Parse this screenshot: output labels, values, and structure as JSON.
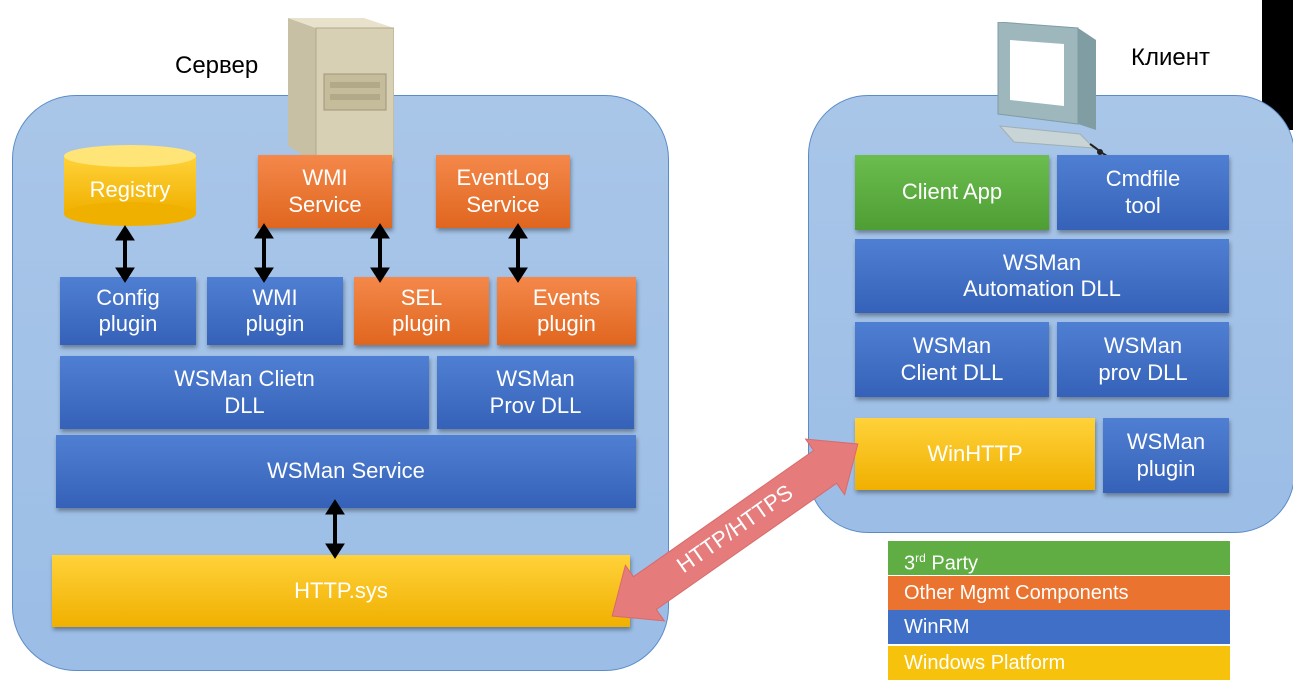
{
  "server": {
    "title": "Сервер",
    "registry": "Registry",
    "wmi_service": "WMI\nService",
    "eventlog_service": "EventLog\nService",
    "config_plugin": "Config\nplugin",
    "wmi_plugin": "WMI\nplugin",
    "sel_plugin": "SEL\nplugin",
    "events_plugin": "Events\nplugin",
    "wsman_client_dll": "WSMan Clietn\nDLL",
    "wsman_prov_dll": "WSMan\nProv DLL",
    "wsman_service": "WSMan Service",
    "http_sys": "HTTP.sys"
  },
  "client": {
    "title": "Клиент",
    "client_app": "Client App",
    "cmdfile_tool": "Cmdfile\ntool",
    "automation_dll": "WSMan\nAutomation DLL",
    "client_dll": "WSMan\nClient DLL",
    "prov_dll": "WSMan\nprov DLL",
    "winhttp": "WinHTTP",
    "wsman_plugin": "WSMan\nplugin"
  },
  "connection": {
    "label": "HTTP/HTTPS"
  },
  "legend": {
    "third_party_base": "3",
    "third_party_sup": "rd",
    "third_party_rest": " Party",
    "other_mgmt": "Other Mgmt Components",
    "winrm": "WinRM",
    "windows_platform": "Windows Platform"
  },
  "colors": {
    "blue": "#3f6fc6",
    "orange": "#ea7330",
    "green": "#5fad43",
    "yellow": "#f7c20c",
    "container": "#a4c2e8",
    "arrow": "#e57b7b"
  }
}
